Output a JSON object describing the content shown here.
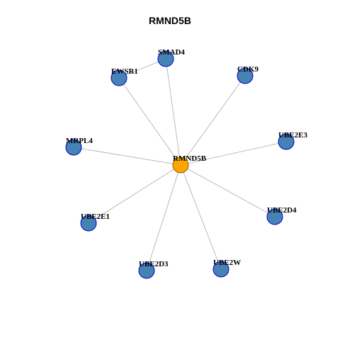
{
  "title": "RMND5B",
  "colors": {
    "center_fill": "#FFA500",
    "center_stroke": "#8B6400",
    "node_fill": "#4682B4",
    "node_stroke": "#0000CD",
    "edge": "#AAAAAA"
  },
  "center": {
    "label": "RMND5B"
  },
  "nodes": [
    {
      "id": "SMAD4",
      "label": "SMAD4"
    },
    {
      "id": "EWSR1",
      "label": "EWSR1"
    },
    {
      "id": "CDK9",
      "label": "CDK9"
    },
    {
      "id": "UBE2E3",
      "label": "UBE2E3"
    },
    {
      "id": "MRPL4",
      "label": "MRPL4"
    },
    {
      "id": "UBE2E1",
      "label": "UBE2E1"
    },
    {
      "id": "UBE2D4",
      "label": "UBE2D4"
    },
    {
      "id": "UBE2D3",
      "label": "UBE2D3"
    },
    {
      "id": "UBE2W",
      "label": "UBE2W"
    }
  ],
  "edges": [
    [
      "RMND5B",
      "SMAD4"
    ],
    [
      "RMND5B",
      "EWSR1"
    ],
    [
      "RMND5B",
      "CDK9"
    ],
    [
      "RMND5B",
      "UBE2E3"
    ],
    [
      "RMND5B",
      "MRPL4"
    ],
    [
      "RMND5B",
      "UBE2E1"
    ],
    [
      "RMND5B",
      "UBE2D4"
    ],
    [
      "RMND5B",
      "UBE2D3"
    ],
    [
      "RMND5B",
      "UBE2W"
    ],
    [
      "SMAD4",
      "EWSR1"
    ]
  ]
}
